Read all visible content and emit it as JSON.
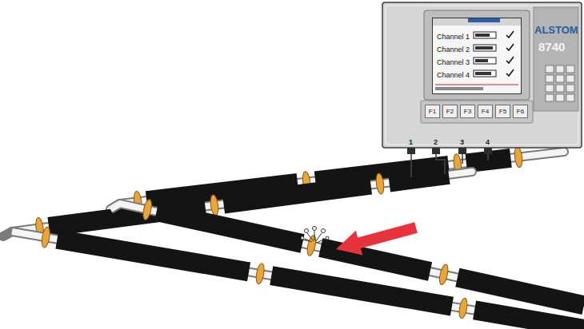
{
  "diagram": {
    "nodes": [
      {
        "text": [
          "ALSTOM",
          "8740"
        ]
      },
      {
        "text": [
          "Channel 1",
          "Channel 2",
          "Channel 3",
          "Channel 4"
        ],
        "in": 0
      },
      {
        "text": [
          "F1"
        ],
        "in": 0
      },
      {
        "text": [
          "F2"
        ],
        "in": 0
      },
      {
        "text": [
          "F3"
        ],
        "in": 0
      },
      {
        "text": [
          "F4"
        ],
        "in": 0
      },
      {
        "text": [
          "F5"
        ],
        "in": 0
      },
      {
        "text": [
          "F6"
        ],
        "in": 0
      }
    ],
    "labels": [
      "1",
      "2",
      "3",
      "4"
    ]
  }
}
